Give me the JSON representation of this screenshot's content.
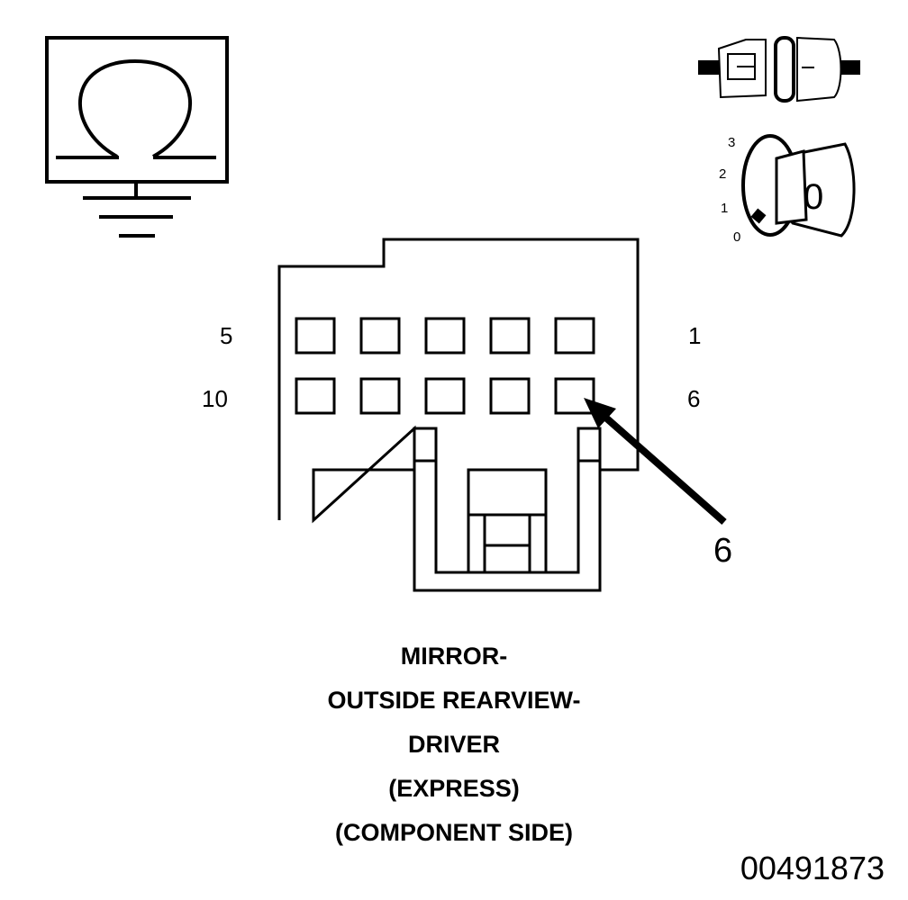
{
  "pin_labels": {
    "top_left": "5",
    "top_right": "1",
    "bottom_left": "10",
    "bottom_right": "6"
  },
  "callout_label": "6",
  "ignition_positions": [
    "3",
    "2",
    "1",
    "0"
  ],
  "ignition_key_label": "0",
  "title_lines": [
    "MIRROR-",
    "OUTSIDE REARVIEW-",
    "DRIVER",
    "(EXPRESS)",
    "(COMPONENT SIDE)"
  ],
  "figure_id": "00491873",
  "icons": {
    "resistance": "ohm-meter-ground-icon",
    "connector": "disconnected-connector-icon",
    "ignition": "ignition-switch-off-icon"
  }
}
